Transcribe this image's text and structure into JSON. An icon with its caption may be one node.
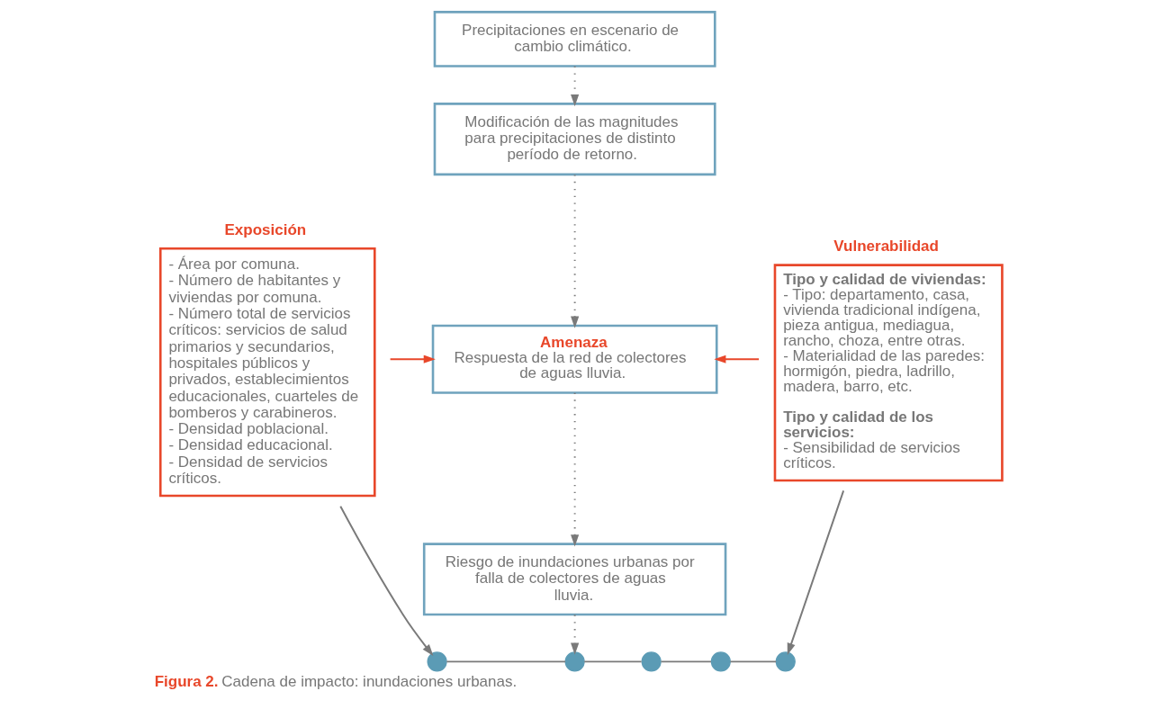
{
  "diagram": {
    "caption": "**Figura 2.** Cadena de impacto: inundaciones urbanas.",
    "nodes": [
      {
        "text": [
          "Precipitaciones en escenario de cambio climático."
        ]
      },
      {
        "text": [
          "Exposición",
          "- Área por comuna.",
          "- Número de habitantes y viviendas por comuna.",
          "- Número total de servicios críticos: servicios de salud primarios y secundarios, hospitales públicos y privados, establecimientos educacionales, cuarteles de bomberos y carabineros.",
          "- Densidad poblacional.",
          "- Densidad educacional.",
          "- Densidad de servicios críticos."
        ]
      },
      {
        "text": [
          "Vulnerabilidad",
          "Tipo y calidad de viviendas:",
          "- Tipo: departamento, casa, vivienda tradicional indígena, pieza antigua, mediagua, rancho, choza, entre otras.",
          "- Materialidad de las paredes: hormigón, piedra, ladrillo, madera, barro, etc.",
          "Tipo y calidad de los servicios:",
          "- Sensibilidad de servicios críticos."
        ]
      },
      {
        "text": [
          "Modificación de las magnitudes para precipitaciones de distinto período de retorno."
        ]
      },
      {
        "text": [
          "Amenaza",
          "Respuesta de la red de colectores de aguas lluvia."
        ]
      },
      {
        "text": [
          "Riesgo de inundaciones urbanas por falla de colectores de aguas lluvia."
        ]
      },
      {
        "text": [],
        "shape": "circle"
      },
      {
        "text": [],
        "shape": "circle"
      },
      {
        "text": [],
        "shape": "circle"
      },
      {
        "text": [],
        "shape": "circle"
      },
      {
        "text": [],
        "shape": "circle"
      }
    ],
    "edges": [
      {
        "from": 0,
        "to": 3,
        "arrow": "to",
        "style": "dashed"
      },
      {
        "from": 3,
        "to": 4,
        "arrow": "to",
        "style": "dashed"
      },
      {
        "from": 4,
        "to": 5,
        "arrow": "to",
        "style": "dashed"
      },
      {
        "from": 5,
        "to": 7,
        "arrow": "to",
        "style": "dashed"
      },
      {
        "from": 1,
        "to": 4,
        "arrow": "to",
        "color": "#e8472a"
      },
      {
        "from": 2,
        "to": 4,
        "arrow": "to",
        "color": "#e8472a"
      },
      {
        "from": 1,
        "to": 6,
        "arrow": "to"
      },
      {
        "from": 2,
        "to": 10,
        "arrow": "to"
      },
      {
        "from": 6,
        "to": 7,
        "arrow": "none"
      },
      {
        "from": 7,
        "to": 8,
        "arrow": "none"
      },
      {
        "from": 8,
        "to": 9,
        "arrow": "none"
      },
      {
        "from": 9,
        "to": 10,
        "arrow": "none"
      }
    ]
  }
}
